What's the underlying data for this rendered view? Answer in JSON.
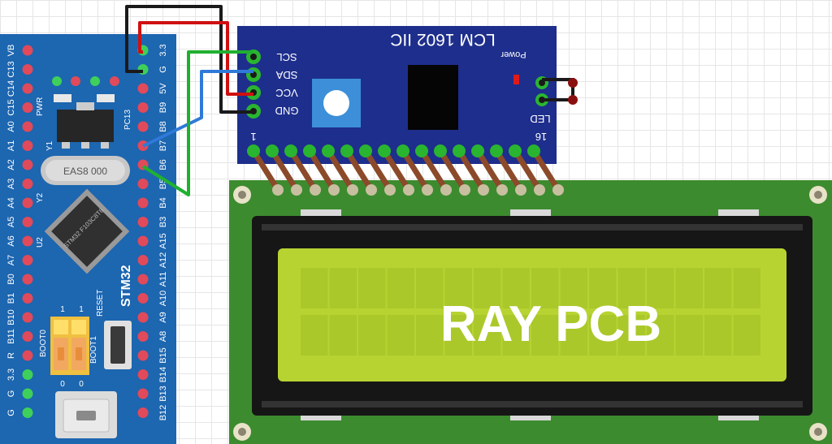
{
  "stm32": {
    "board_name": "STM32",
    "chip_marking": "STM32 F103C8T6",
    "crystal_label": "EAS8 000",
    "left_pins": [
      "VB",
      "C13",
      "C14",
      "C15",
      "A0",
      "A1",
      "A2",
      "A3",
      "A4",
      "A5",
      "A6",
      "A7",
      "B0",
      "B1",
      "B10",
      "B11",
      "R",
      "3.3",
      "G",
      "G"
    ],
    "right_pins": [
      "3.3",
      "G",
      "5V",
      "B9",
      "B8",
      "B7",
      "B6",
      "B5",
      "B4",
      "B3",
      "A15",
      "A12",
      "A11",
      "A10",
      "A9",
      "A8",
      "B15",
      "B14",
      "B13",
      "B12"
    ],
    "silk": {
      "pwr": "PWR",
      "pc13": "PC13",
      "y1": "Y1",
      "y2": "Y2",
      "u2": "U2",
      "reset": "RESET",
      "boot0": "BOOT0",
      "boot1": "BOOT1",
      "one_a": "1",
      "one_b": "1",
      "zero_a": "0",
      "zero_b": "0"
    }
  },
  "i2c_module": {
    "title": "LCM 1602 IIC",
    "pins": [
      "SCL",
      "SDA",
      "VCC",
      "GND"
    ],
    "power_label": "Power",
    "led_label": "LED",
    "pin_first": "1",
    "pin_last": "16"
  },
  "lcd": {
    "text": "RAY PCB",
    "rows": 2,
    "cols": 16
  },
  "colors": {
    "stm32_board": "#1d66b0",
    "i2c_board": "#1e2e8c",
    "lcd_board": "#3d8b2f",
    "lcd_screen": "#b7d332",
    "wire_black": "#1a1a1a",
    "wire_red": "#d01010",
    "wire_blue": "#2f7ad8",
    "wire_green": "#20b030",
    "header_pin": "#8b4a2a"
  }
}
